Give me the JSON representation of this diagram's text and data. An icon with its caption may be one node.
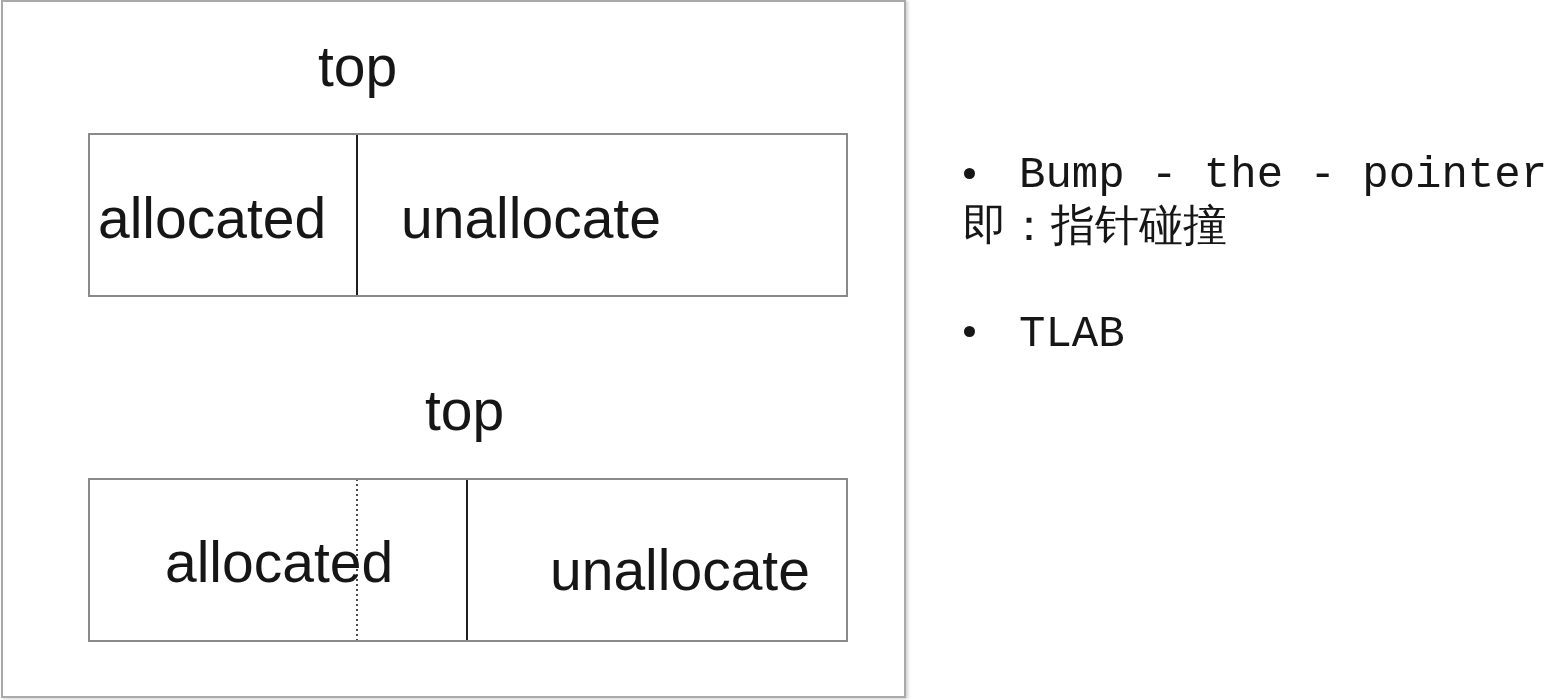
{
  "diagram": {
    "nodes": [
      {
        "text": [
          "allocated"
        ]
      },
      {
        "text": [
          "unallocate"
        ]
      },
      {
        "text": [
          "allocated"
        ]
      },
      {
        "text": [
          "unallocate"
        ]
      }
    ],
    "labels": [
      "top",
      "top",
      "Bump - the - pointer",
      "即：指针碰撞",
      "TLAB"
    ]
  }
}
